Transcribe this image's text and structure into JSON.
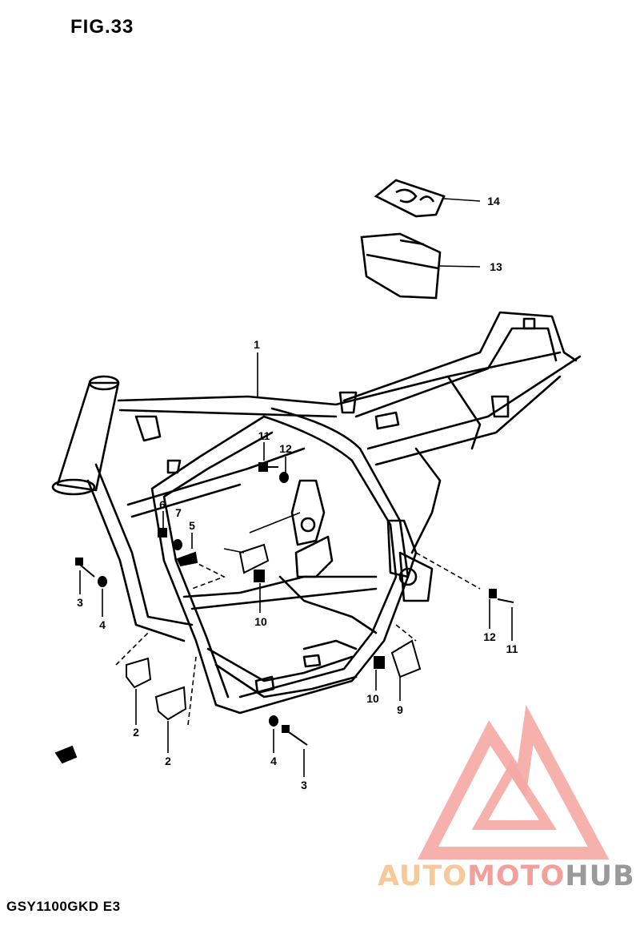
{
  "figure": {
    "title": "FIG.33",
    "model": "GSY1100GKD E3"
  },
  "part_labels": [
    {
      "id": "p14",
      "text": "14"
    },
    {
      "id": "p13",
      "text": "13"
    },
    {
      "id": "p1",
      "text": "1"
    },
    {
      "id": "p11a",
      "text": "11"
    },
    {
      "id": "p12a",
      "text": "12"
    },
    {
      "id": "p6",
      "text": "6"
    },
    {
      "id": "p7",
      "text": "7"
    },
    {
      "id": "p5",
      "text": "5"
    },
    {
      "id": "p3a",
      "text": "3"
    },
    {
      "id": "p4a",
      "text": "4"
    },
    {
      "id": "p10a",
      "text": "10"
    },
    {
      "id": "p12b",
      "text": "12"
    },
    {
      "id": "p11b",
      "text": "11"
    },
    {
      "id": "p10b",
      "text": "10"
    },
    {
      "id": "p9",
      "text": "9"
    },
    {
      "id": "p2a",
      "text": "2"
    },
    {
      "id": "p2b",
      "text": "2"
    },
    {
      "id": "p4b",
      "text": "4"
    },
    {
      "id": "p3b",
      "text": "3"
    }
  ],
  "watermark": {
    "part_a": "AUTO",
    "part_b": "MOTO",
    "part_c": "HUB",
    "colors": {
      "orange": "#f5c99a",
      "red": "#f2a09c",
      "gray": "#9a9a9a"
    }
  }
}
